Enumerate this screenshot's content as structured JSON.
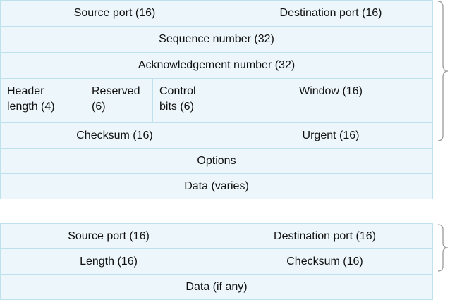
{
  "tcp_header": {
    "source_port": "Source port (16)",
    "destination_port": "Destination port (16)",
    "sequence_number": "Sequence number (32)",
    "acknowledgement_number": "Acknowledgement number (32)",
    "header_length": [
      "Header",
      "length (4)"
    ],
    "reserved": [
      "Reserved",
      "(6)"
    ],
    "control_bits": [
      "Control",
      "bits (6)"
    ],
    "window": "Window (16)",
    "checksum": "Checksum (16)",
    "urgent": "Urgent (16)",
    "options": "Options",
    "data": "Data (varies)"
  },
  "udp_header": {
    "source_port": "Source port (16)",
    "destination_port": "Destination port (16)",
    "length": "Length (16)",
    "checksum": "Checksum (16)",
    "data": "Data (if any)"
  },
  "colors": {
    "cell_fill": "#edf6fa",
    "cell_border": "#bfe1ec",
    "brace": "#9a9a9a"
  }
}
